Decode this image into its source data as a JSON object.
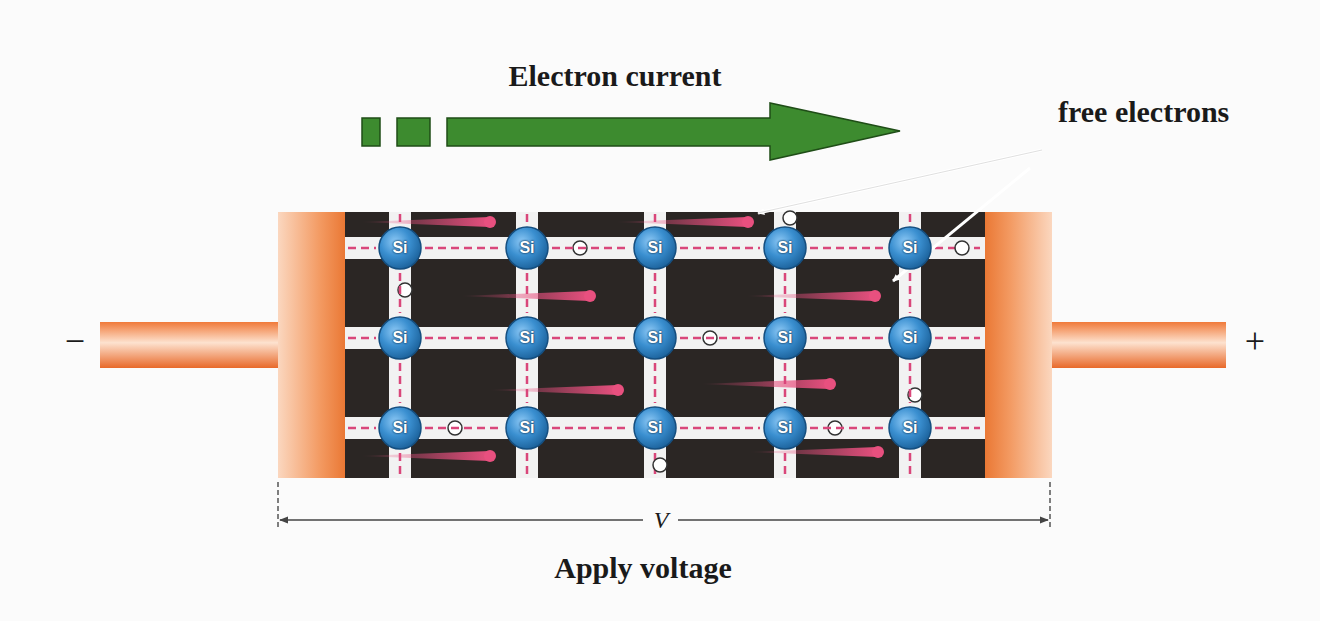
{
  "diagram": {
    "caption": "Apply voltage",
    "nodes": [
      {
        "text": [
          "Si"
        ]
      },
      {
        "text": [
          "Si"
        ]
      },
      {
        "text": [
          "Si"
        ]
      },
      {
        "text": [
          "Si"
        ]
      },
      {
        "text": [
          "Si"
        ]
      },
      {
        "text": [
          "Si"
        ]
      },
      {
        "text": [
          "Si"
        ]
      },
      {
        "text": [
          "Si"
        ]
      },
      {
        "text": [
          "Si"
        ]
      },
      {
        "text": [
          "Si"
        ]
      },
      {
        "text": [
          "Si"
        ]
      },
      {
        "text": [
          "Si"
        ]
      },
      {
        "text": [
          "Si"
        ]
      },
      {
        "text": [
          "Si"
        ]
      },
      {
        "text": [
          "Si"
        ]
      }
    ],
    "edges": [
      {
        "from": 0,
        "to": 1,
        "arrow": "none"
      },
      {
        "from": 1,
        "to": 2,
        "arrow": "none"
      },
      {
        "from": 2,
        "to": 3,
        "arrow": "none"
      },
      {
        "from": 3,
        "to": 4,
        "arrow": "none"
      },
      {
        "from": 5,
        "to": 6,
        "arrow": "none"
      },
      {
        "from": 6,
        "to": 7,
        "arrow": "none"
      },
      {
        "from": 7,
        "to": 8,
        "arrow": "none"
      },
      {
        "from": 8,
        "to": 9,
        "arrow": "none"
      },
      {
        "from": 10,
        "to": 11,
        "arrow": "none"
      },
      {
        "from": 11,
        "to": 12,
        "arrow": "none"
      },
      {
        "from": 12,
        "to": 13,
        "arrow": "none"
      },
      {
        "from": 13,
        "to": 14,
        "arrow": "none"
      },
      {
        "from": 0,
        "to": 5,
        "arrow": "none"
      },
      {
        "from": 1,
        "to": 6,
        "arrow": "none"
      },
      {
        "from": 2,
        "to": 7,
        "arrow": "none"
      },
      {
        "from": 3,
        "to": 8,
        "arrow": "none"
      },
      {
        "from": 4,
        "to": 9,
        "arrow": "none"
      },
      {
        "from": 5,
        "to": 10,
        "arrow": "none"
      },
      {
        "from": 6,
        "to": 11,
        "arrow": "none"
      },
      {
        "from": 7,
        "to": 12,
        "arrow": "none"
      },
      {
        "from": 8,
        "to": 13,
        "arrow": "none"
      },
      {
        "from": 9,
        "to": 14,
        "arrow": "none"
      }
    ],
    "labels": [
      "Electron current",
      "free electrons",
      "−",
      "+",
      "V"
    ]
  }
}
